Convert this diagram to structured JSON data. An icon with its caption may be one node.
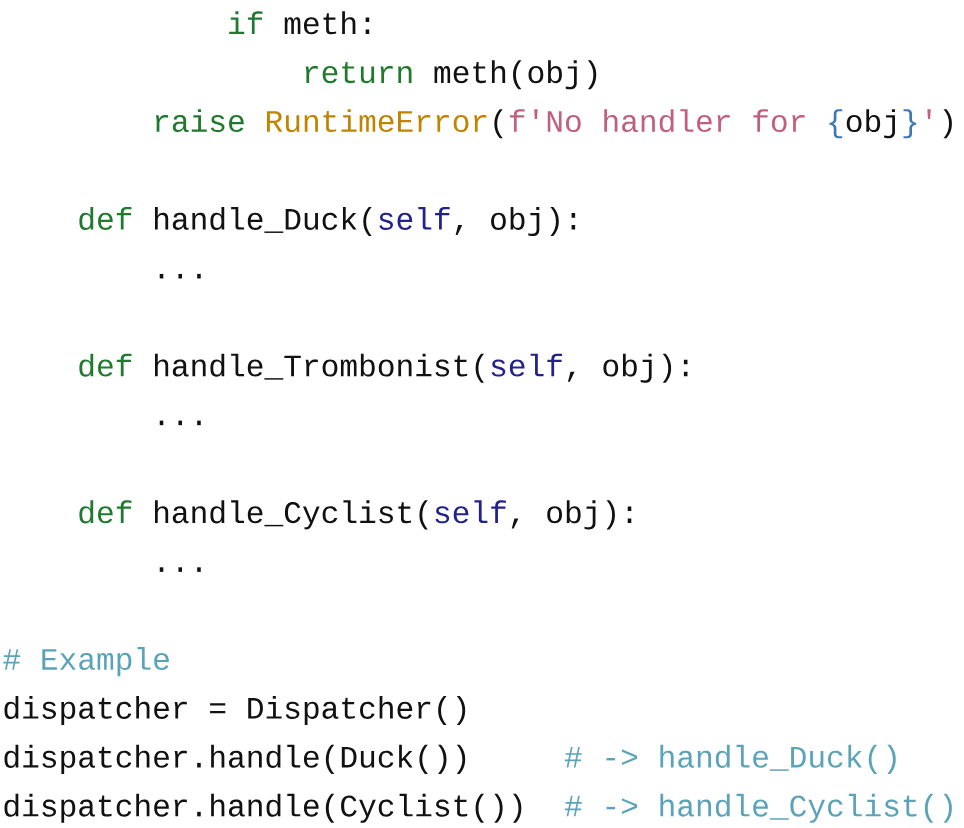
{
  "diagram": {
    "labels": [
      "if",
      "meth:",
      "return",
      "meth(obj)",
      "raise",
      "RuntimeError",
      "(",
      "f'No handler for",
      "{",
      "obj",
      "}",
      "'",
      ")",
      "def",
      "handle_Duck(",
      "self",
      ", obj):",
      "...",
      "def",
      "handle_Trombonist(",
      "self",
      ", obj):",
      "...",
      "def",
      "handle_Cyclist(",
      "self",
      ", obj):",
      "...",
      "# Example",
      "dispatcher = Dispatcher()",
      "dispatcher.handle(Duck())",
      "# -> handle_Duck()",
      "dispatcher.handle(Cyclist())",
      "# -> handle_Cyclist()"
    ]
  }
}
